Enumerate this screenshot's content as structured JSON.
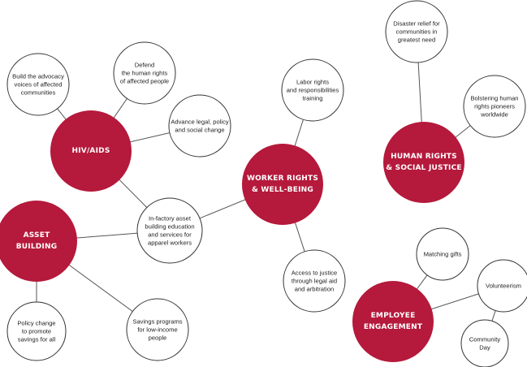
{
  "colors": {
    "hub": "#b5193b",
    "leaf_stroke": "#333333",
    "link": "#555555"
  },
  "nodes": [
    {
      "id": "hiv",
      "type": "hub",
      "lines": [
        "HIV/AIDS"
      ]
    },
    {
      "id": "asset",
      "type": "hub",
      "lines": [
        "ASSET",
        "BUILDING"
      ]
    },
    {
      "id": "worker",
      "type": "hub",
      "lines": [
        "WORKER RIGHTS",
        "& WELL-BEING"
      ]
    },
    {
      "id": "human",
      "type": "hub",
      "lines": [
        "HUMAN RIGHTS",
        "& SOCIAL JUSTICE"
      ]
    },
    {
      "id": "employee",
      "type": "hub",
      "lines": [
        "EMPLOYEE",
        "ENGAGEMENT"
      ]
    },
    {
      "id": "advocacy",
      "type": "leaf",
      "lines": [
        "Build the advocacy",
        "voices of affected",
        "communities"
      ]
    },
    {
      "id": "defend",
      "type": "leaf",
      "lines": [
        "Defend",
        "the human rights",
        "of affected people"
      ]
    },
    {
      "id": "legal",
      "type": "leaf",
      "lines": [
        "Advance legal, policy",
        "and social change"
      ]
    },
    {
      "id": "infactory",
      "type": "leaf",
      "lines": [
        "In-factory asset",
        "building education",
        "and services for",
        "apparel workers"
      ]
    },
    {
      "id": "policy",
      "type": "leaf",
      "lines": [
        "Policy change",
        "to promote",
        "savings for all"
      ]
    },
    {
      "id": "savings",
      "type": "leaf",
      "lines": [
        "Savings programs",
        "for low-income",
        "people"
      ]
    },
    {
      "id": "labor",
      "type": "leaf",
      "lines": [
        "Labor rights",
        "and responsibilities",
        "training"
      ]
    },
    {
      "id": "justice",
      "type": "leaf",
      "lines": [
        "Access to justice",
        "through legal aid",
        "and arbitration"
      ]
    },
    {
      "id": "disaster",
      "type": "leaf",
      "lines": [
        "Disaster relief for",
        "communities in",
        "greatest need"
      ]
    },
    {
      "id": "bolster",
      "type": "leaf",
      "lines": [
        "Bolstering human",
        "rights pioneers",
        "worldwide"
      ]
    },
    {
      "id": "matching",
      "type": "leaf",
      "lines": [
        "Matching gifts"
      ]
    },
    {
      "id": "volunteer",
      "type": "leaf",
      "lines": [
        "Volunteerism"
      ]
    },
    {
      "id": "community",
      "type": "leaf",
      "lines": [
        "Community",
        "Day"
      ]
    }
  ],
  "links": [
    [
      "hiv",
      "advocacy"
    ],
    [
      "hiv",
      "defend"
    ],
    [
      "hiv",
      "legal"
    ],
    [
      "hiv",
      "infactory"
    ],
    [
      "asset",
      "infactory"
    ],
    [
      "asset",
      "policy"
    ],
    [
      "asset",
      "savings"
    ],
    [
      "worker",
      "infactory"
    ],
    [
      "worker",
      "labor"
    ],
    [
      "worker",
      "justice"
    ],
    [
      "human",
      "disaster"
    ],
    [
      "human",
      "bolster"
    ],
    [
      "employee",
      "matching"
    ],
    [
      "employee",
      "volunteer"
    ],
    [
      "volunteer",
      "community"
    ]
  ]
}
